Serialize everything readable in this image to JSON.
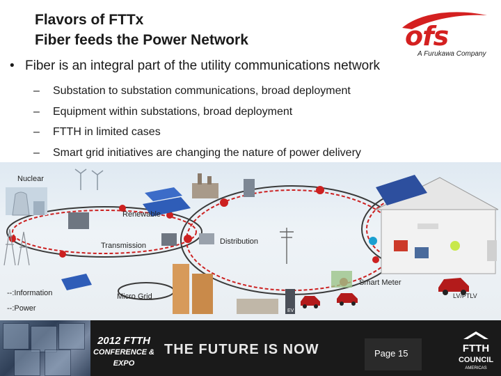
{
  "title": {
    "line1": "Flavors of FTTx",
    "line2": "Fiber feeds the Power Network"
  },
  "logo": {
    "brand": "ofs",
    "tagline": "A Furukawa Company"
  },
  "bullets": {
    "main": "Fiber is an integral part of the utility communications network",
    "subs": [
      "Substation to substation communications, broad deployment",
      "Equipment within substations, broad deployment",
      "FTTH in limited cases",
      "Smart grid initiatives are changing the nature of power delivery"
    ]
  },
  "diagram": {
    "labels": {
      "nuclear": "Nuclear",
      "renewable": "Renewable",
      "transmission": "Transmission",
      "distribution": "Distribution",
      "smart_meter": "Smart Meter",
      "micro_grid": "Micro Grid",
      "lv_ptlv": "LV/PTLV",
      "legend_information": "--:Information",
      "legend_power": "--:Power",
      "ev": "EV"
    },
    "colors": {
      "information_line": "#cc2020",
      "power_line": "#3a3a3a",
      "node": "#cc2020",
      "node_alt": "#1a9fd0"
    }
  },
  "footer": {
    "conference_line1": "2012 FTTH",
    "conference_line2": "CONFERENCE & EXPO",
    "tagline": "THE FUTURE IS NOW",
    "page": "Page 15",
    "council_name": "FTTH",
    "council_sub": "COUNCIL",
    "council_region": "AMERICAS"
  }
}
